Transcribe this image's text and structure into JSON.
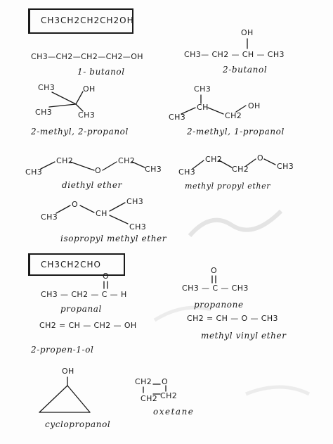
{
  "section_alcohols_ethers": {
    "formula": "CH3CH2CH2CH2OH",
    "structures": [
      {
        "formula": "CH3—CH2—CH2—CH2—OH",
        "name": "1- butanol"
      },
      {
        "formula": "CH3— CH2 — CH — CH3",
        "substituent": "OH",
        "name": "2-butanol"
      },
      {
        "atoms": [
          "CH3",
          "OH",
          "CH3",
          "CH3"
        ],
        "name": "2-methyl, 2-propanol"
      },
      {
        "atoms": [
          "CH3",
          "CH3",
          "CH",
          "CH2",
          "OH"
        ],
        "name": "2-methyl, 1-propanol"
      },
      {
        "atoms": [
          "CH3",
          "CH2",
          "O",
          "CH2",
          "CH3"
        ],
        "name": "diethyl ether"
      },
      {
        "atoms": [
          "CH3",
          "CH2",
          "CH2",
          "O",
          "CH3"
        ],
        "name": "methyl propyl ether"
      },
      {
        "atoms": [
          "CH3",
          "O",
          "CH",
          "CH3",
          "CH3"
        ],
        "name": "isopropyl methyl ether"
      }
    ]
  },
  "section_aldehydes": {
    "formula": "CH3CH2CHO",
    "structures": [
      {
        "formula": "CH3 — CH2 — C — H",
        "carbonyl": "O",
        "name": "propanal"
      },
      {
        "formula": "CH3 — C — CH3",
        "carbonyl": "O",
        "name": "propanone"
      },
      {
        "formula": "CH2 = CH — CH2 — OH",
        "name": "2-propen-1-ol"
      },
      {
        "formula": "CH2 = CH — O — CH3",
        "name": "methyl vinyl ether"
      },
      {
        "atoms": [
          "OH"
        ],
        "name": "cyclopropanol"
      },
      {
        "atoms": [
          "CH2",
          "O",
          "CH2",
          "CH2"
        ],
        "name": "oxetane"
      }
    ]
  }
}
